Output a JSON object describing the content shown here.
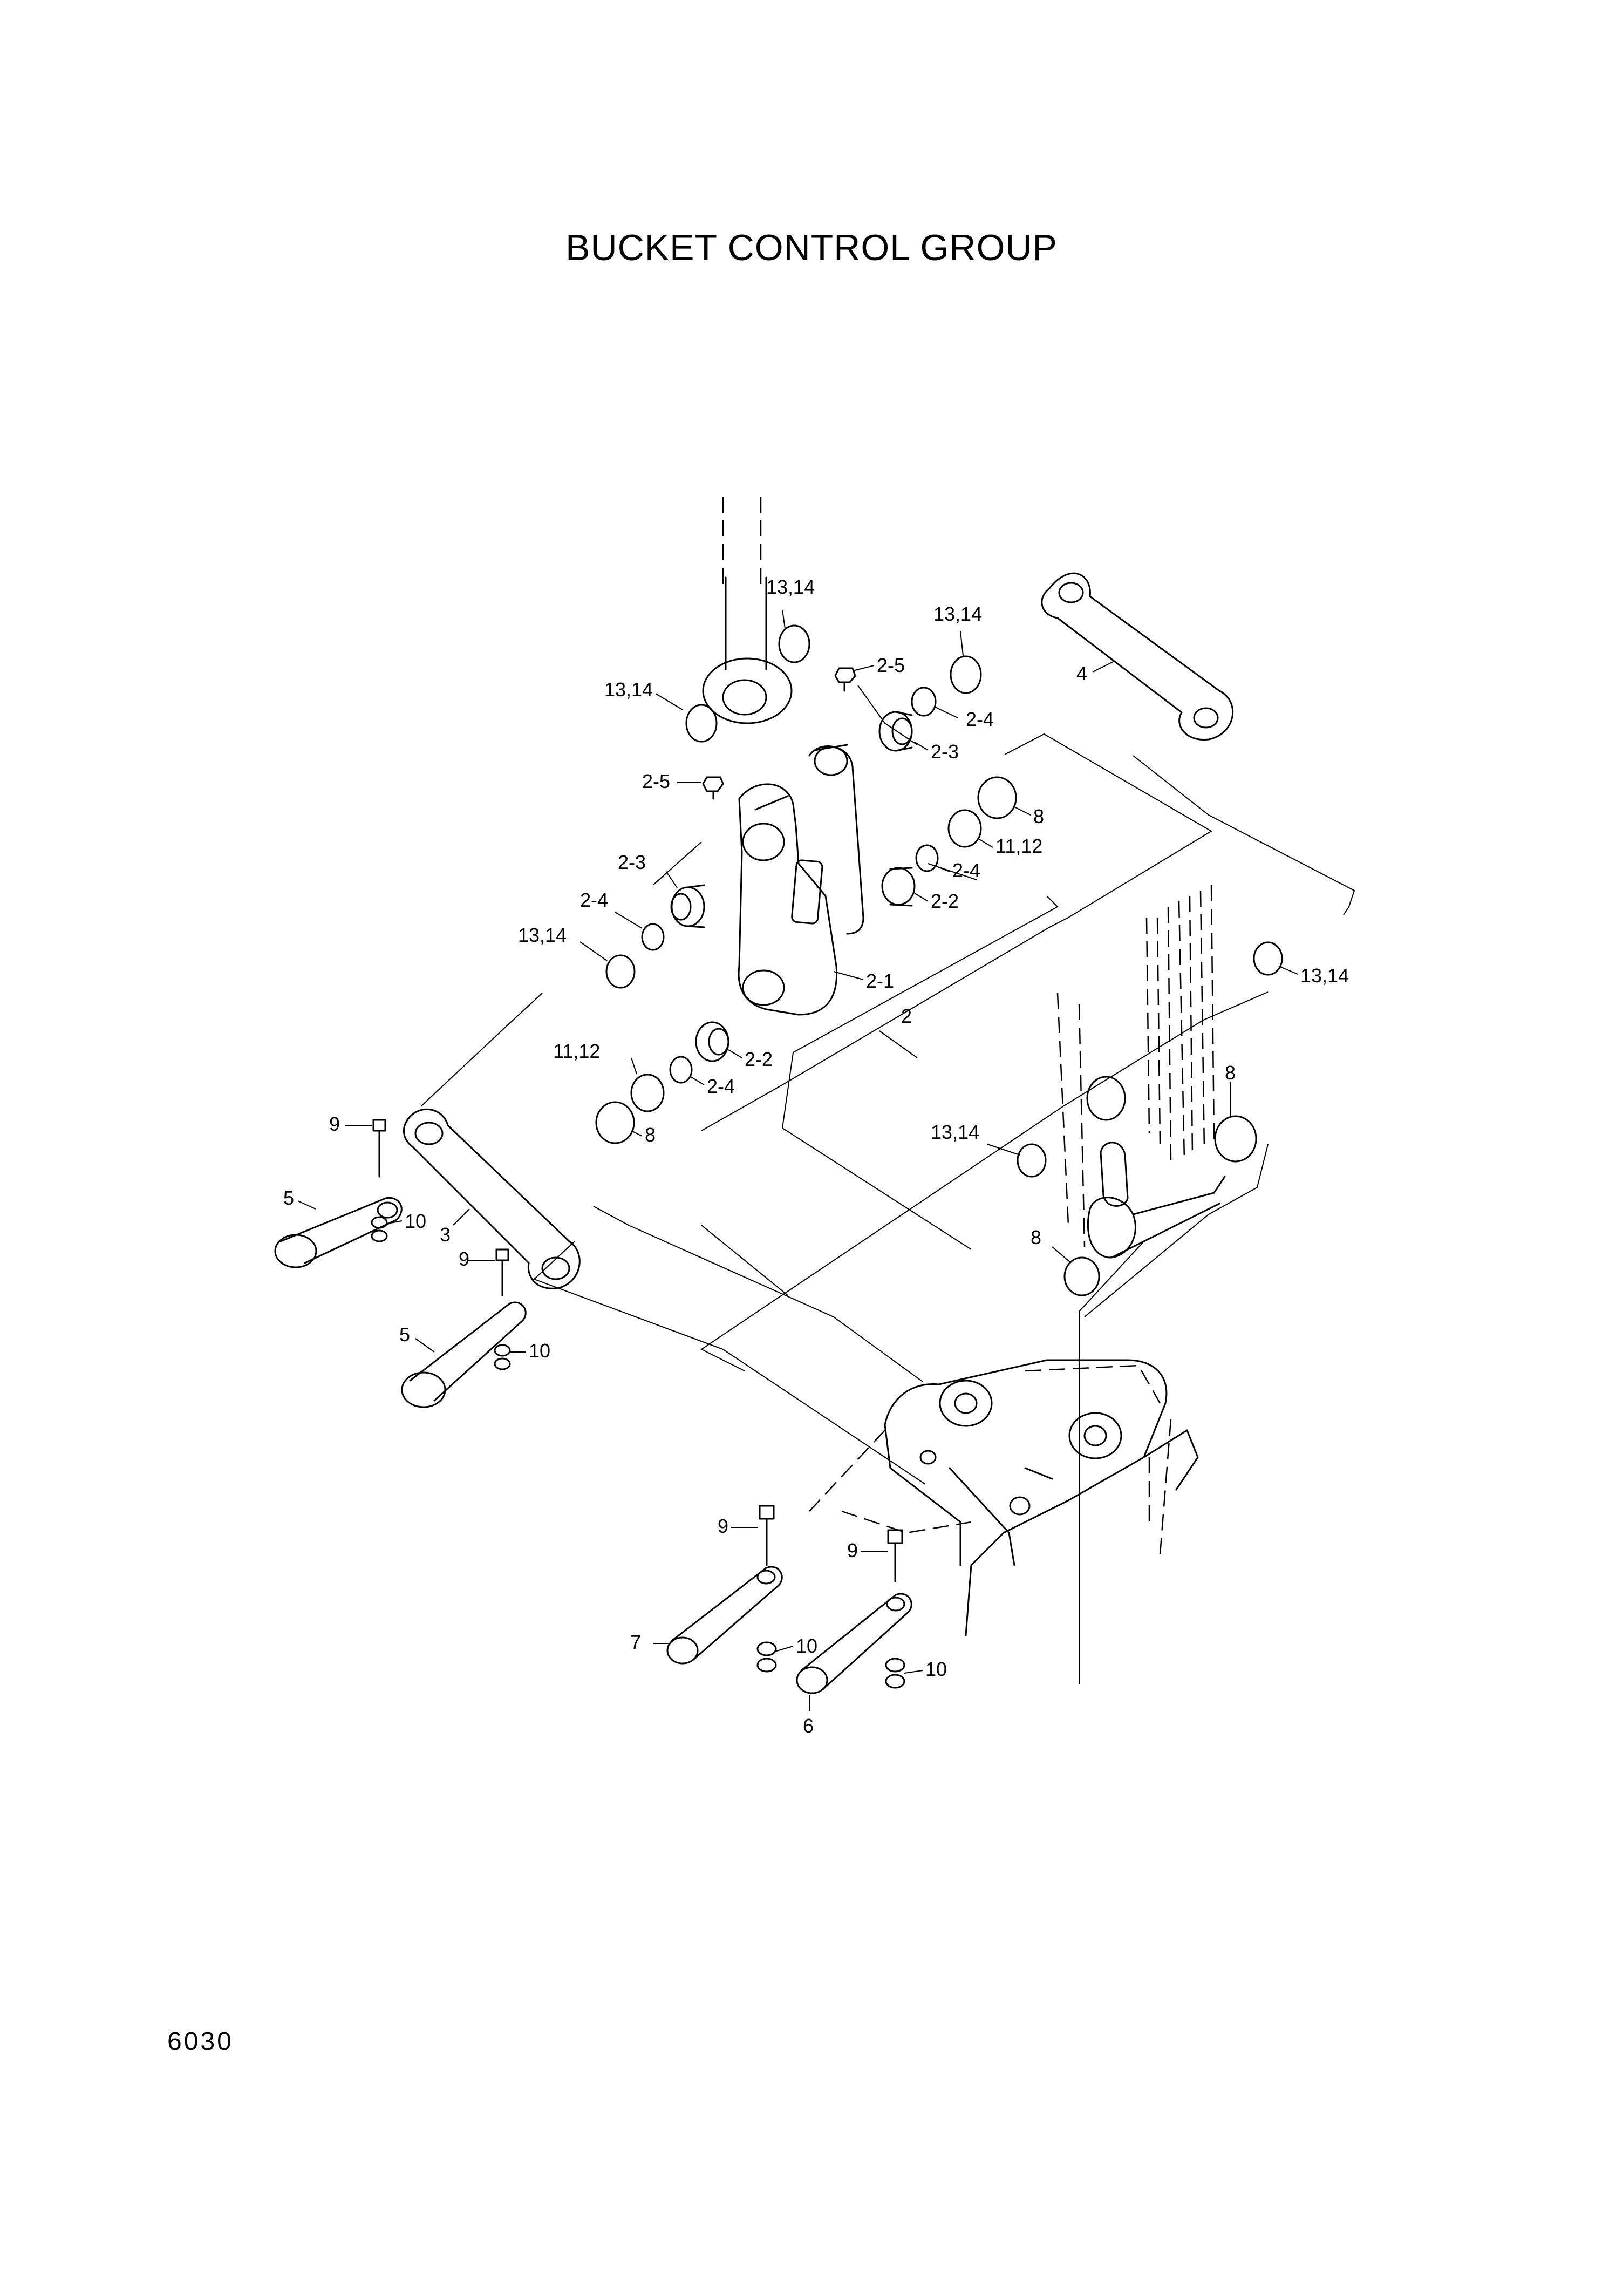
{
  "title": "BUCKET CONTROL GROUP",
  "page_code": "6030",
  "callouts": [
    {
      "id": "c1",
      "label": "13,14"
    },
    {
      "id": "c2",
      "label": "13,14"
    },
    {
      "id": "c3",
      "label": "13,14"
    },
    {
      "id": "c4",
      "label": "2-5"
    },
    {
      "id": "c5",
      "label": "4"
    },
    {
      "id": "c6",
      "label": "2-4"
    },
    {
      "id": "c7",
      "label": "2-3"
    },
    {
      "id": "c8",
      "label": "2-5"
    },
    {
      "id": "c9",
      "label": "8"
    },
    {
      "id": "c10",
      "label": "11,12"
    },
    {
      "id": "c11",
      "label": "2-3"
    },
    {
      "id": "c12",
      "label": "2-4"
    },
    {
      "id": "c13",
      "label": "2-2"
    },
    {
      "id": "c14",
      "label": "2-4"
    },
    {
      "id": "c15",
      "label": "13,14"
    },
    {
      "id": "c16",
      "label": "13,14"
    },
    {
      "id": "c17",
      "label": "2-1"
    },
    {
      "id": "c18",
      "label": "2"
    },
    {
      "id": "c19",
      "label": "11,12"
    },
    {
      "id": "c20",
      "label": "2-2"
    },
    {
      "id": "c21",
      "label": "2-4"
    },
    {
      "id": "c22",
      "label": "8"
    },
    {
      "id": "c23",
      "label": "9"
    },
    {
      "id": "c24",
      "label": "13,14"
    },
    {
      "id": "c25",
      "label": "8"
    },
    {
      "id": "c26",
      "label": "5"
    },
    {
      "id": "c27",
      "label": "10"
    },
    {
      "id": "c28",
      "label": "3"
    },
    {
      "id": "c29",
      "label": "9"
    },
    {
      "id": "c30",
      "label": "8"
    },
    {
      "id": "c31",
      "label": "5"
    },
    {
      "id": "c32",
      "label": "10"
    },
    {
      "id": "c33",
      "label": "9"
    },
    {
      "id": "c34",
      "label": "9"
    },
    {
      "id": "c35",
      "label": "7"
    },
    {
      "id": "c36",
      "label": "10"
    },
    {
      "id": "c37",
      "label": "10"
    },
    {
      "id": "c38",
      "label": "6"
    }
  ]
}
